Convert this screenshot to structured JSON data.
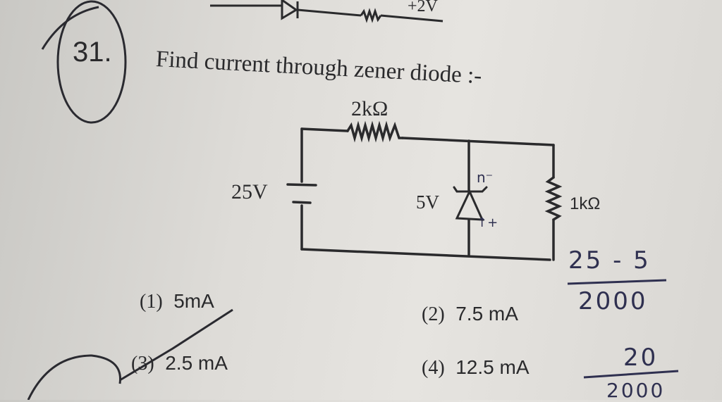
{
  "top_fragment": {
    "voltage_label": "+2V"
  },
  "question": {
    "number": "31.",
    "text": "Find current through zener diode :-"
  },
  "circuit": {
    "source_label": "25V",
    "series_resistor_label": "2kΩ",
    "zener_label": "5V",
    "load_resistor_label": "1kΩ"
  },
  "options": [
    {
      "num": "(1)",
      "value": "5mA"
    },
    {
      "num": "(2)",
      "value": "7.5 mA"
    },
    {
      "num": "(3)",
      "value": "2.5 mA"
    },
    {
      "num": "(4)",
      "value": "12.5 mA"
    }
  ],
  "handwriting": {
    "zener_polarity_top": "n⁻",
    "zener_polarity_bottom": "↑+",
    "fraction1_numerator": "25 - 5",
    "fraction1_denominator": "2000",
    "fraction2_numerator": "20",
    "fraction2_denominator": "2000"
  }
}
